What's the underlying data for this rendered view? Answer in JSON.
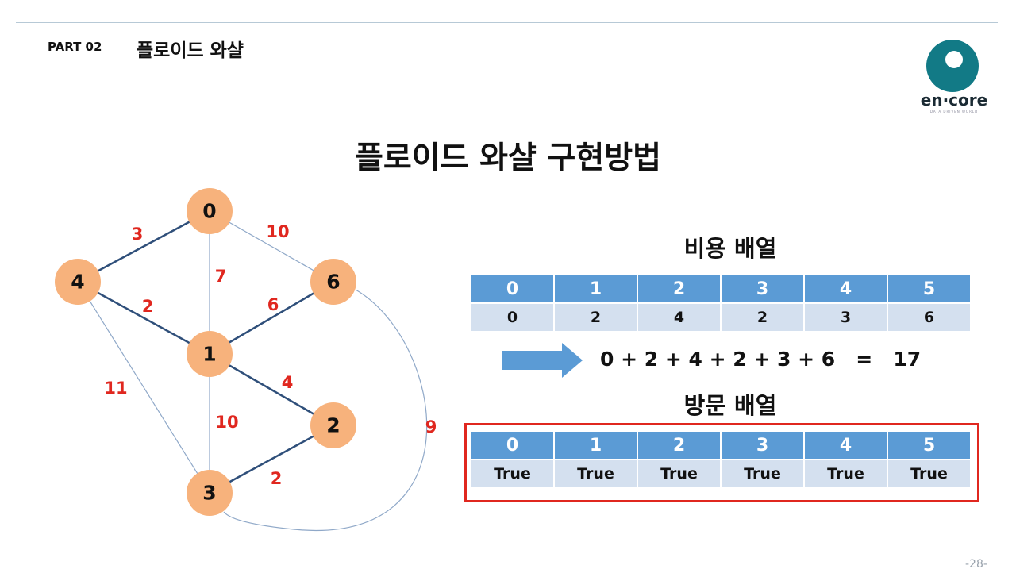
{
  "header": {
    "part_label": "PART 02",
    "section_title": "플로이드 와샬"
  },
  "logo": {
    "text": "en·core",
    "subtext": "DATA DRIVEN WORLD"
  },
  "main_title": "플로이드 와샬 구현방법",
  "graph": {
    "nodes": [
      {
        "id": "0",
        "label": "0"
      },
      {
        "id": "4",
        "label": "4"
      },
      {
        "id": "6",
        "label": "6"
      },
      {
        "id": "1",
        "label": "1"
      },
      {
        "id": "2",
        "label": "2"
      },
      {
        "id": "3",
        "label": "3"
      }
    ],
    "edges": [
      {
        "from": "4",
        "to": "0",
        "weight": "3",
        "style": "thick"
      },
      {
        "from": "0",
        "to": "6",
        "weight": "10",
        "style": "thin"
      },
      {
        "from": "0",
        "to": "1",
        "weight": "7",
        "style": "thin"
      },
      {
        "from": "4",
        "to": "1",
        "weight": "2",
        "style": "thick"
      },
      {
        "from": "1",
        "to": "6",
        "weight": "6",
        "style": "thick"
      },
      {
        "from": "1",
        "to": "2",
        "weight": "4",
        "style": "thick"
      },
      {
        "from": "4",
        "to": "3",
        "weight": "11",
        "style": "thin"
      },
      {
        "from": "1",
        "to": "3",
        "weight": "10",
        "style": "thin"
      },
      {
        "from": "3",
        "to": "2",
        "weight": "2",
        "style": "thick"
      },
      {
        "from": "6",
        "to": "3",
        "weight": "9",
        "style": "thin-curve"
      }
    ],
    "colors": {
      "node_fill": "#f7b27c",
      "thick_edge": "#2f4f7a",
      "thin_edge": "#8fa8c8",
      "weight_text": "#e0271f"
    }
  },
  "cost_array": {
    "title": "비용 배열",
    "headers": [
      "0",
      "1",
      "2",
      "3",
      "4",
      "5"
    ],
    "values": [
      "0",
      "2",
      "4",
      "2",
      "3",
      "6"
    ]
  },
  "equation": {
    "expression": "0 + 2 + 4 + 2 + 3 + 6",
    "equals": "=",
    "result": "17"
  },
  "visit_array": {
    "title": "방문 배열",
    "headers": [
      "0",
      "1",
      "2",
      "3",
      "4",
      "5"
    ],
    "values": [
      "True",
      "True",
      "True",
      "True",
      "True",
      "True"
    ]
  },
  "page_number": "-28-"
}
